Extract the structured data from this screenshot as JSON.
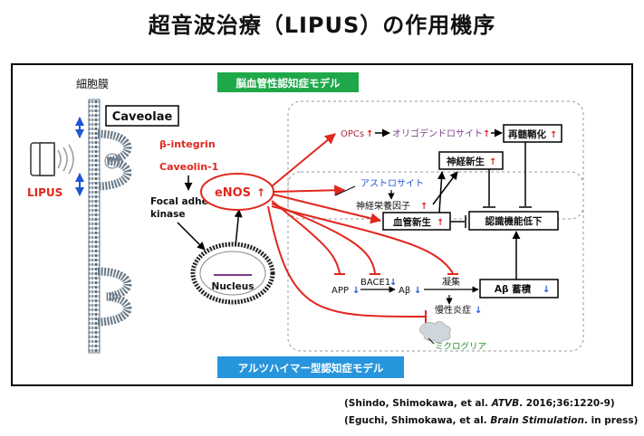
{
  "title": "超音波治療（LIPUS）の作用機序",
  "labels": {
    "membrane": "細胞膜",
    "caveolae": "Caveolae",
    "beta_integrin": "β-integrin",
    "caveolin": "Caveolin-1",
    "fak_line1": "Focal adhesion",
    "fak_line2": "kinase",
    "lipus": "LIPUS",
    "enos": "eNOS",
    "nucleus": "Nucleus",
    "opcs": "OPCs",
    "oligodendrocyte": "オリゴデンドロサイト",
    "remyelination": "再髄鞘化",
    "neurogenesis": "神経新生",
    "astrocyte": "アストロサイト",
    "neurotrophic": "神経栄養因子",
    "angiogenesis": "血管新生",
    "cognitive_decline": "認識機能低下",
    "app": "APP",
    "bace1": "BACE1",
    "abeta": "Aβ",
    "aggregation": "凝集",
    "abeta_deposit": "Aβ 蓄積",
    "inflammation": "慢性炎症",
    "microglia": "ミクログリア",
    "vascular_dementia_model": "脳血管性認知症モデル",
    "alzheimer_model": "アルツハイマー型認知症モデル"
  },
  "colors": {
    "red": "#e0281e",
    "blue": "#1f55d6",
    "green_box": "#1fa84a",
    "blue_box": "#2795dc",
    "dark_red": "#b0283a",
    "purple": "#7b3a8c",
    "green_text": "#2e8b2e"
  },
  "references": {
    "ref1_authors": "(Shindo, Shimokawa, et al. ",
    "ref1_journal": "ATVB",
    "ref1_rest": ". 2016;36:1220-9)",
    "ref2_authors": "(Eguchi, Shimokawa, et al. ",
    "ref2_journal": "Brain Stimulation",
    "ref2_rest": ". in press)"
  }
}
